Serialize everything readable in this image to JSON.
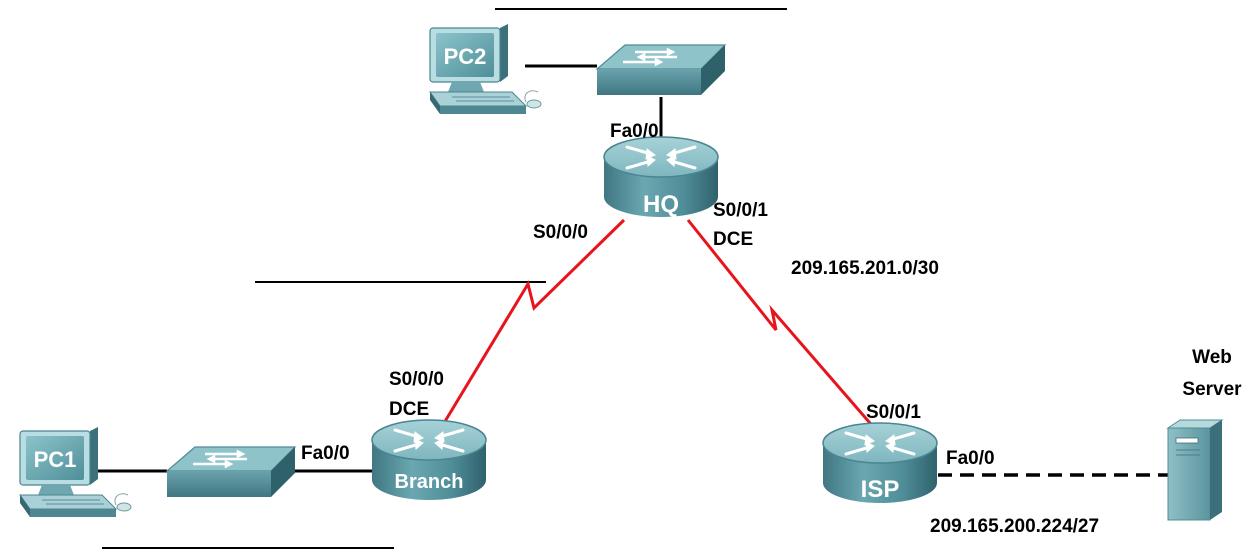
{
  "colors": {
    "serial_link": "#e8141c",
    "ethernet_link": "#000000",
    "device_body": "#5f9ba6",
    "device_dark": "#3d7480",
    "device_light": "#9cc9cf",
    "text": "#000000"
  },
  "devices": {
    "hq": {
      "name": "HQ",
      "icon": "router-icon"
    },
    "branch": {
      "name": "Branch",
      "icon": "router-icon"
    },
    "isp": {
      "name": "ISP",
      "icon": "router-icon"
    },
    "pc1": {
      "name": "PC1",
      "icon": "pc-icon"
    },
    "pc2": {
      "name": "PC2",
      "icon": "pc-icon"
    },
    "switch_hq": {
      "icon": "switch-icon"
    },
    "switch_branch": {
      "icon": "switch-icon"
    },
    "web_server": {
      "name_line1": "Web",
      "name_line2": "Server",
      "icon": "server-icon"
    }
  },
  "interfaces": {
    "hq_fa00": "Fa0/0",
    "hq_s000": "S0/0/0",
    "hq_s001": "S0/0/1",
    "hq_s001_dce": "DCE",
    "branch_s000": "S0/0/0",
    "branch_s000_dce": "DCE",
    "branch_fa00": "Fa0/0",
    "isp_s001": "S0/0/1",
    "isp_fa00": "Fa0/0"
  },
  "networks": {
    "hq_isp_link": "209.165.201.0/30",
    "isp_web_lan": "209.165.200.224/27"
  }
}
